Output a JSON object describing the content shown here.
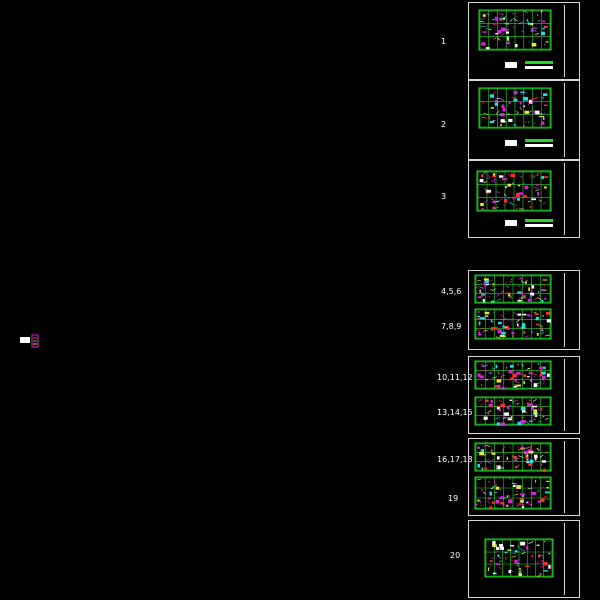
{
  "drawing": {
    "background": "#000000",
    "frame_color": "#d8d8d8",
    "plan_colors": [
      "#22d822",
      "#e020e0",
      "#e8e840",
      "#ffffff",
      "#20e0e0",
      "#ff3030"
    ],
    "floor_labels": [
      "1",
      "2",
      "3",
      "4,5,6",
      "7,8,9",
      "10,11,12",
      "13,14,15",
      "16,17,18",
      "19",
      "20"
    ]
  }
}
